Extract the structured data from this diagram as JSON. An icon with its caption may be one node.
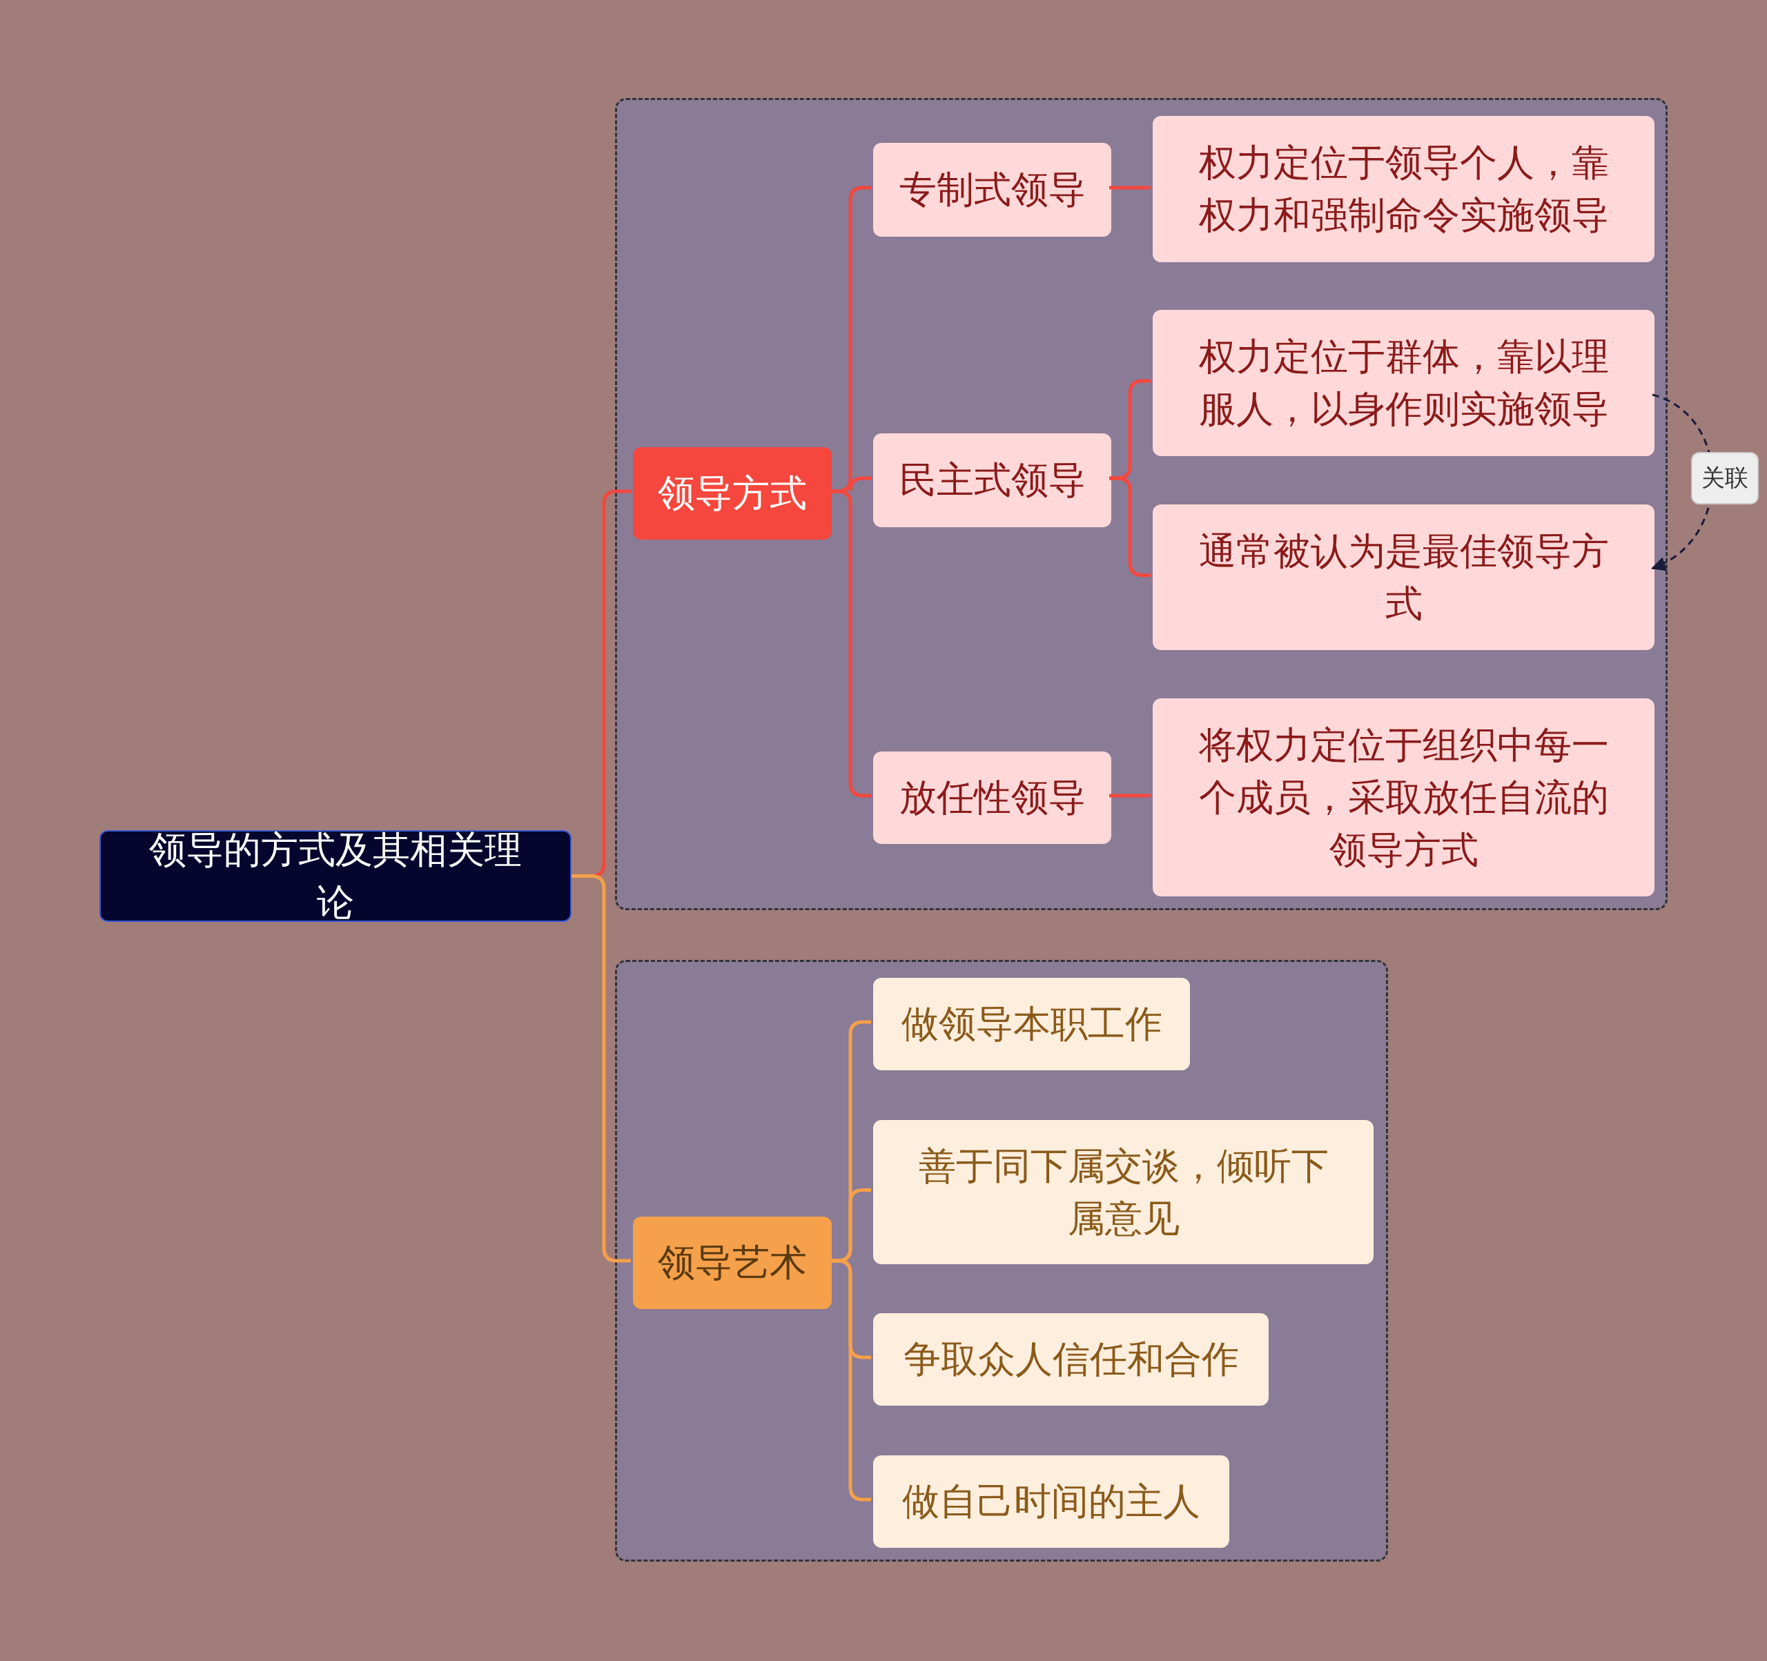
{
  "diagram": {
    "nodes": [
      {
        "text": [
          "领导的方式及其相关理论"
        ]
      },
      {
        "text": [],
        "shape": "box"
      },
      {
        "text": [
          "领导方式"
        ],
        "in": 1
      },
      {
        "text": [
          "专制式领导"
        ],
        "in": 1
      },
      {
        "text": [
          "权力定位于领导个人，靠权力和强制命令实施领导"
        ],
        "in": 1
      },
      {
        "text": [
          "民主式领导"
        ],
        "in": 1
      },
      {
        "text": [
          "权力定位于群体，靠以理服人，以身作则实施领导"
        ],
        "in": 1
      },
      {
        "text": [
          "通常被认为是最佳领导方式"
        ],
        "in": 1
      },
      {
        "text": [
          "放任性领导"
        ],
        "in": 1
      },
      {
        "text": [
          "将权力定位于组织中每一个成员，采取放任自流的领导方式"
        ],
        "in": 1
      },
      {
        "text": [],
        "shape": "box"
      },
      {
        "text": [
          "领导艺术"
        ],
        "in": 10
      },
      {
        "text": [
          "做领导本职工作"
        ],
        "in": 10
      },
      {
        "text": [
          "善于同下属交谈，倾听下属意见"
        ],
        "in": 10
      },
      {
        "text": [
          "争取众人信任和合作"
        ],
        "in": 10
      },
      {
        "text": [
          "做自己时间的主人"
        ],
        "in": 10
      }
    ],
    "edges": [
      {
        "from": 0,
        "to": 2,
        "arrow": "none"
      },
      {
        "from": 0,
        "to": 11,
        "arrow": "none",
        "color": "#f5a04a"
      },
      {
        "from": 2,
        "to": 3,
        "arrow": "none"
      },
      {
        "from": 2,
        "to": 5,
        "arrow": "none"
      },
      {
        "from": 2,
        "to": 8,
        "arrow": "none"
      },
      {
        "from": 3,
        "to": 4,
        "arrow": "none"
      },
      {
        "from": 5,
        "to": 6,
        "arrow": "none"
      },
      {
        "from": 5,
        "to": 7,
        "arrow": "none"
      },
      {
        "from": 8,
        "to": 9,
        "arrow": "none"
      },
      {
        "from": 11,
        "to": 12,
        "arrow": "none",
        "color": "#f5a04a"
      },
      {
        "from": 11,
        "to": 13,
        "arrow": "none",
        "color": "#f5a04a"
      },
      {
        "from": 11,
        "to": 14,
        "arrow": "none",
        "color": "#f5a04a"
      },
      {
        "from": 11,
        "to": 15,
        "arrow": "none",
        "color": "#f5a04a"
      },
      {
        "from": 6,
        "to": 7,
        "arrow": "to",
        "style": "dashed",
        "color": "#1a1a3a",
        "label": "关联"
      }
    ]
  }
}
